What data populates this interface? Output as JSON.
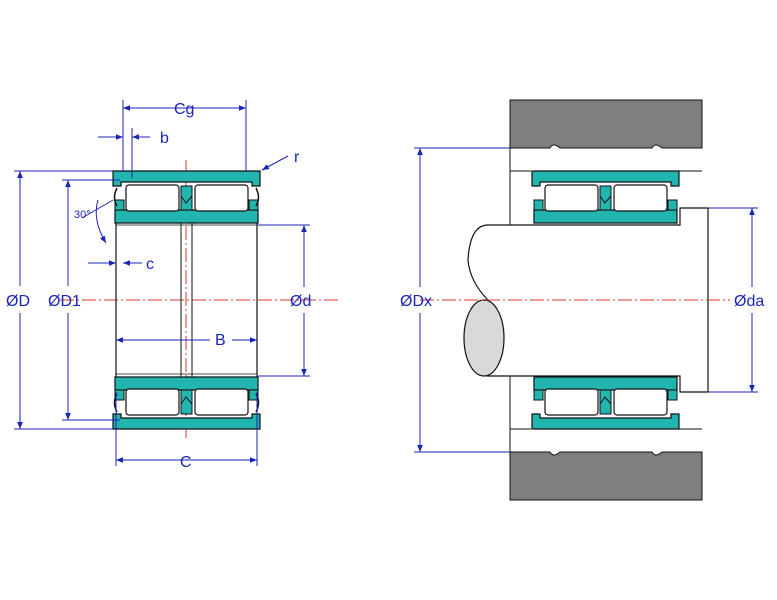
{
  "labels": {
    "cg": "Cg",
    "b": "b",
    "r": "r",
    "angle": "30°",
    "c": "c",
    "outer_diameter": "ØD",
    "d1": "ØD1",
    "bore": "Ød",
    "B": "B",
    "C": "C",
    "dx": "ØDx",
    "da": "Øda"
  },
  "colors": {
    "dimension": "#1a24b8",
    "centerline": "#d9382d",
    "outline": "#111111",
    "ring_fill": "#22b5b0",
    "housing": "#7f7f7f",
    "shaft_end": "#d9d9d9"
  }
}
